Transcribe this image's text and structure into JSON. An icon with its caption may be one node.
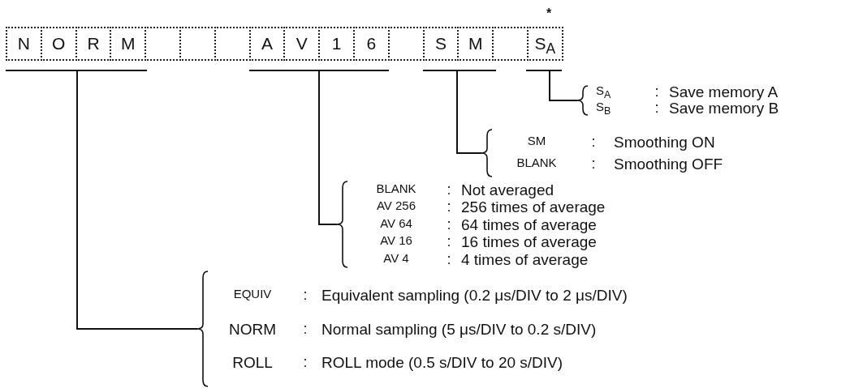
{
  "diagram": {
    "nodes": [
      {
        "text": [
          "N"
        ]
      },
      {
        "text": [
          "O"
        ]
      },
      {
        "text": [
          "R"
        ]
      },
      {
        "text": [
          "M"
        ]
      },
      {
        "text": [],
        "shape": "box"
      },
      {
        "text": [],
        "shape": "box"
      },
      {
        "text": [],
        "shape": "box"
      },
      {
        "text": [
          "A"
        ]
      },
      {
        "text": [
          "V"
        ]
      },
      {
        "text": [
          "1"
        ]
      },
      {
        "text": [
          "6"
        ]
      },
      {
        "text": [],
        "shape": "box"
      },
      {
        "text": [
          "S"
        ]
      },
      {
        "text": [
          "M"
        ]
      },
      {
        "text": [],
        "shape": "box"
      },
      {
        "text": [
          "S$_{A}$"
        ],
        "beside": [
          "*"
        ]
      },
      {
        "text": [],
        "shape": "bar"
      },
      {
        "text": [],
        "shape": "bar"
      },
      {
        "text": [],
        "shape": "bar"
      },
      {
        "text": [],
        "shape": "bar"
      },
      {
        "text": [
          "S$_{A}$",
          ":",
          "Save memory A",
          "S$_{B}$",
          ":",
          "Save memory B"
        ]
      },
      {
        "text": [
          "SM",
          ":",
          "Smoothing ON",
          "BLANK",
          ":",
          "Smoothing OFF"
        ]
      },
      {
        "text": [
          "BLANK",
          ":",
          "Not averaged",
          "AV 256",
          ":",
          "256 times of average",
          "AV 64",
          ":",
          "64 times of average",
          "AV 16",
          ":",
          "16 times of average",
          "AV 4",
          ":",
          "4 times of average"
        ]
      },
      {
        "text": [
          "EQUIV",
          ":",
          "Equivalent sampling (0.2 μs/DIV to 2 μs/DIV)",
          "NORM",
          ":",
          "Normal sampling (5 μs/DIV to 0.2 s/DIV)",
          "ROLL",
          ":",
          "ROLL mode (0.5 s/DIV to 20 s/DIV)"
        ]
      }
    ],
    "edges": [
      {
        "from": 19,
        "to": 20,
        "arrow": "none"
      },
      {
        "from": 18,
        "to": 21,
        "arrow": "none"
      },
      {
        "from": 17,
        "to": 22,
        "arrow": "none"
      },
      {
        "from": 16,
        "to": 23,
        "arrow": "none"
      }
    ]
  }
}
